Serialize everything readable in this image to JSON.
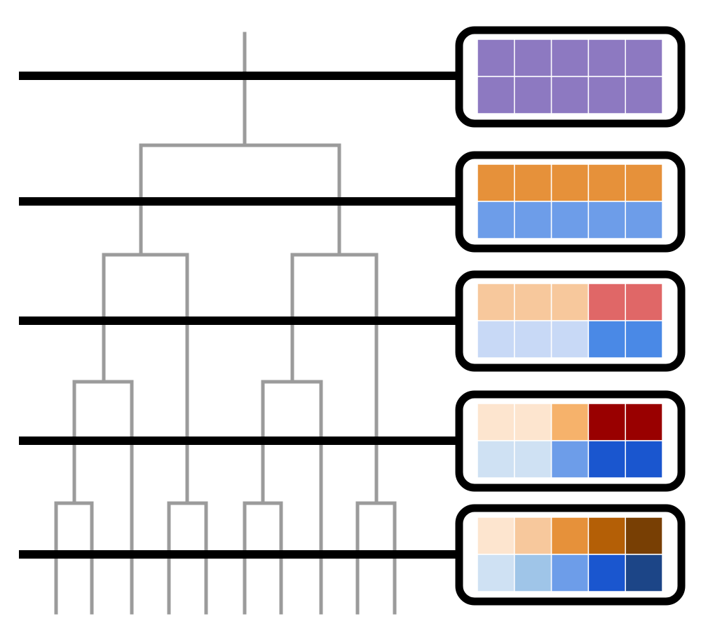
{
  "colors": {
    "tree": "#9b9b9b",
    "line": "#000000",
    "grid": "#ffffff",
    "panel_bg": "#ffffff"
  },
  "levels": [
    {
      "name": "level-1",
      "rows": [
        [
          "#8d79c1",
          "#8d79c1",
          "#8d79c1",
          "#8d79c1",
          "#8d79c1"
        ],
        [
          "#8d79c1",
          "#8d79c1",
          "#8d79c1",
          "#8d79c1",
          "#8d79c1"
        ]
      ]
    },
    {
      "name": "level-2",
      "rows": [
        [
          "#e6913a",
          "#e6913a",
          "#e6913a",
          "#e6913a",
          "#e6913a"
        ],
        [
          "#6d9de9",
          "#6d9de9",
          "#6d9de9",
          "#6d9de9",
          "#6d9de9"
        ]
      ]
    },
    {
      "name": "level-3",
      "rows": [
        [
          "#f7c89c",
          "#f7c89c",
          "#f7c89c",
          "#e06767",
          "#e06767"
        ],
        [
          "#c8d9f6",
          "#c8d9f6",
          "#c8d9f6",
          "#4a89e6",
          "#4a89e6"
        ]
      ]
    },
    {
      "name": "level-4",
      "rows": [
        [
          "#fde5cf",
          "#fde5cf",
          "#f6b26b",
          "#990000",
          "#990000"
        ],
        [
          "#cfe1f3",
          "#cfe1f3",
          "#6d9de9",
          "#1a56cf",
          "#1a56cf"
        ]
      ]
    },
    {
      "name": "level-5",
      "rows": [
        [
          "#fde5cf",
          "#f7c89c",
          "#e6913a",
          "#b45f06",
          "#783f04"
        ],
        [
          "#cfe1f3",
          "#9fc5e8",
          "#6d9de9",
          "#1a56cf",
          "#1c4587"
        ]
      ]
    }
  ]
}
